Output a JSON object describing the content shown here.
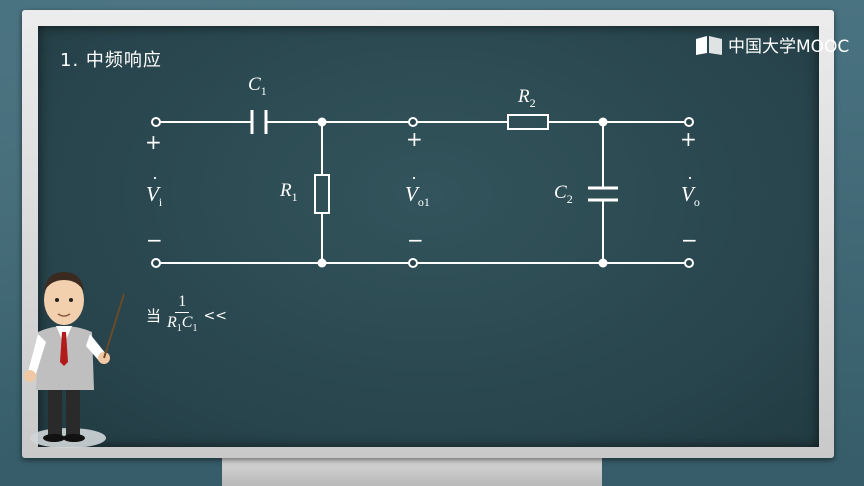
{
  "slide": {
    "title": "1.  中频响应",
    "logo_text": "中国大学MOOC"
  },
  "circuit": {
    "c1_label": "C",
    "c1_sub": "1",
    "r1_label": "R",
    "r1_sub": "1",
    "r2_label": "R",
    "r2_sub": "2",
    "c2_label": "C",
    "c2_sub": "2",
    "vi_label": "V",
    "vi_sub": "i",
    "vo1_label": "V",
    "vo1_sub": "o1",
    "vo_label": "V",
    "vo_sub": "o",
    "plus": "+",
    "minus": "−"
  },
  "formula": {
    "prefix": "当",
    "numerator": "1",
    "den_r": "R",
    "den_r_sub": "1",
    "den_c": "C",
    "den_c_sub": "1",
    "relation": "<<"
  },
  "colors": {
    "board": "#2c4a52",
    "frame": "#d9d9d9",
    "ink": "#ffffff"
  }
}
